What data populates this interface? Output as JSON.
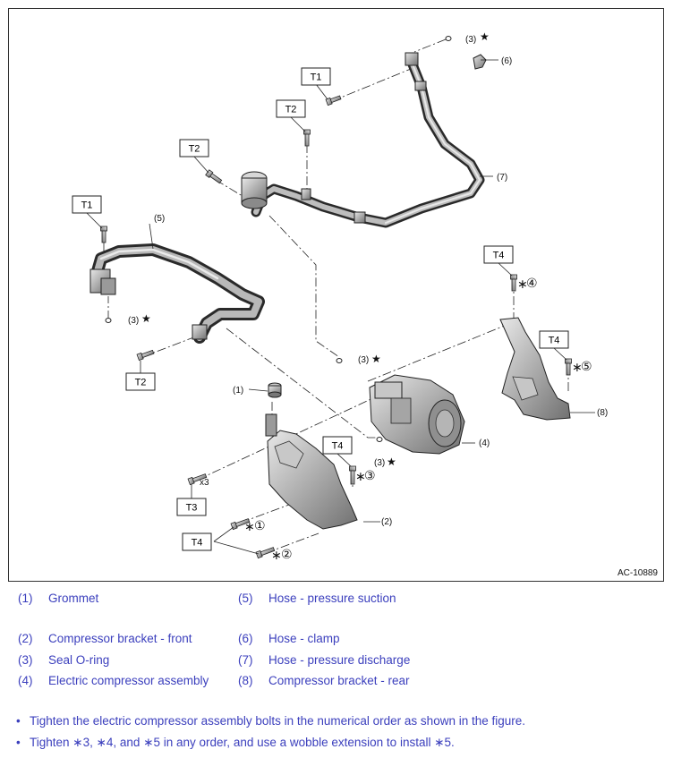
{
  "figure": {
    "id": "AC-10889",
    "callouts": {
      "c1": "(1)",
      "c2": "(2)",
      "c3a": "(3)",
      "c3b": "(3)",
      "c3c": "(3)",
      "c3d": "(3)",
      "c4": "(4)",
      "c5": "(5)",
      "c6": "(6)",
      "c7": "(7)",
      "c8": "(8)"
    },
    "torque_boxes": {
      "t1a": "T1",
      "t1b": "T1",
      "t2a": "T2",
      "t2b": "T2",
      "t2c": "T2",
      "t3": "T3",
      "t4a": "T4",
      "t4b": "T4",
      "t4c": "T4",
      "t4d": "T4"
    },
    "multiplier": "x3",
    "star": "★",
    "asterisk": "∗",
    "order_marks": [
      "①",
      "②",
      "③",
      "④",
      "⑤"
    ]
  },
  "legend": [
    {
      "num": "(1)",
      "label": "Grommet"
    },
    {
      "num": "(2)",
      "label": "Compressor bracket - front"
    },
    {
      "num": "(3)",
      "label": "Seal O-ring"
    },
    {
      "num": "(4)",
      "label": "Electric compressor assembly"
    },
    {
      "num": "(5)",
      "label": "Hose - pressure suction"
    },
    {
      "num": "(6)",
      "label": "Hose - clamp"
    },
    {
      "num": "(7)",
      "label": "Hose - pressure discharge"
    },
    {
      "num": "(8)",
      "label": "Compressor bracket - rear"
    }
  ],
  "notes": [
    "Tighten the electric compressor assembly bolts in the numerical order as shown in the figure.",
    "Tighten ∗3, ∗4, and ∗5 in any order, and use a wobble extension to install ∗5."
  ],
  "bullet": "•"
}
